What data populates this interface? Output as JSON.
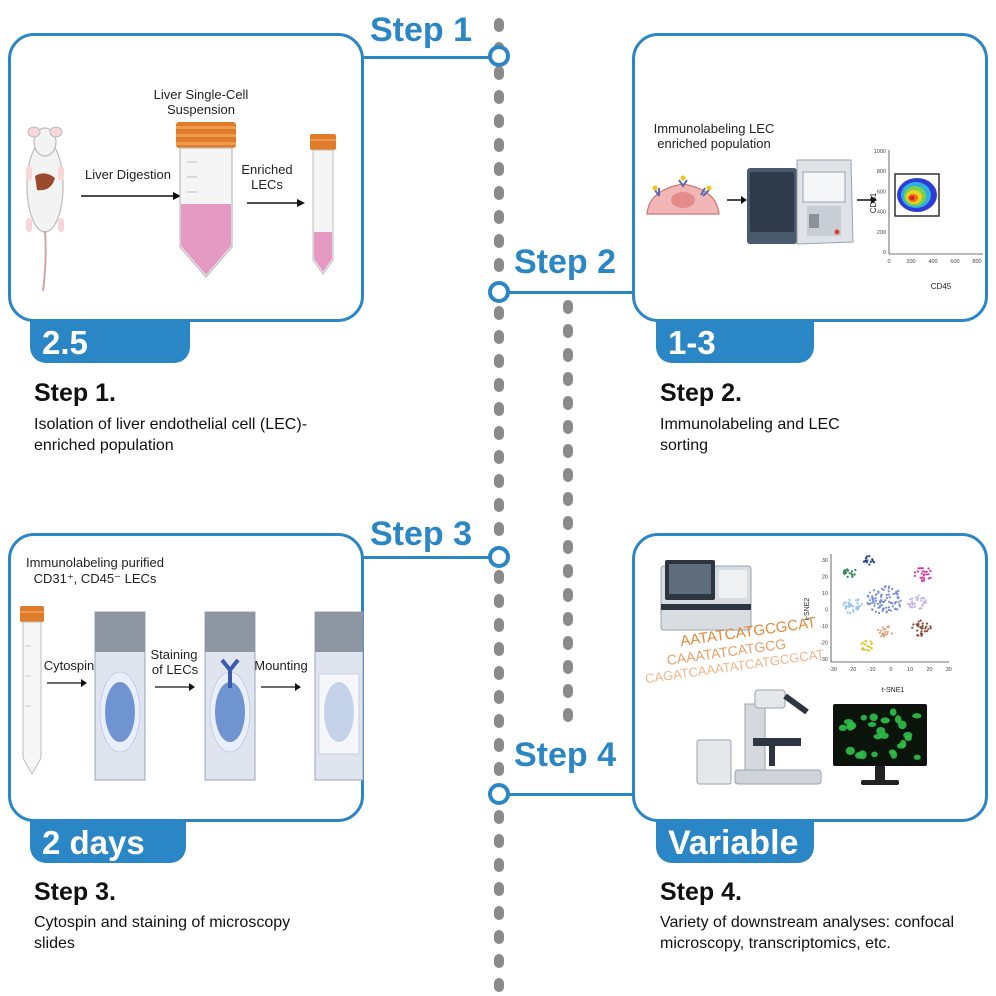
{
  "colors": {
    "accent": "#2a86c4",
    "dots": "#8a8a8a"
  },
  "step_labels": [
    "Step 1",
    "Step 2",
    "Step 3",
    "Step 4"
  ],
  "step1": {
    "duration": "2.5 hours",
    "heading": "Step 1.",
    "description": "Isolation of liver endothelial cell (LEC)-enriched population",
    "labels": {
      "digestion": "Liver Digestion",
      "suspension_line1": "Liver Single-Cell",
      "suspension_line2": "Suspension",
      "enriched_line1": "Enriched",
      "enriched_line2": "LECs"
    }
  },
  "step2": {
    "duration": "1-3 hours",
    "heading": "Step 2.",
    "description": "Immunolabeling and LEC sorting",
    "labels": {
      "immuno_line1": "Immunolabeling LEC",
      "immuno_line2": "enriched population",
      "xaxis": "CD45",
      "yaxis": "CD31",
      "xticks": [
        "0",
        "200",
        "400",
        "600",
        "800"
      ],
      "yticks": [
        "1000",
        "800",
        "600",
        "400",
        "200",
        "0"
      ]
    }
  },
  "step3": {
    "duration": "2 days",
    "heading": "Step 3.",
    "description": "Cytospin and staining of microscopy slides",
    "labels": {
      "purified_line1": "Immunolabeling purified",
      "purified_line2": "CD31⁺, CD45⁻ LECs",
      "cytospin": "Cytospin",
      "staining_line1": "Staining",
      "staining_line2": "of LECs",
      "mounting": "Mounting"
    }
  },
  "step4": {
    "duration": "Variable",
    "heading": "Step 4.",
    "description": "Variety of downstream analyses: confocal microscopy, transcriptomics, etc.",
    "labels": {
      "seq_lines": [
        "AATATCATGCGCAT",
        "CAAATATCATGCG",
        "CAGATCAAATATCATGCGCAT"
      ],
      "tsne_x": "t-SNE1",
      "tsne_y": "t-SNE2",
      "tsne_xticks": [
        "-30",
        "-20",
        "-10",
        "0",
        "10",
        "20",
        "30"
      ],
      "tsne_yticks": [
        "30",
        "20",
        "10",
        "0",
        "-10",
        "-20",
        "-30"
      ]
    }
  }
}
